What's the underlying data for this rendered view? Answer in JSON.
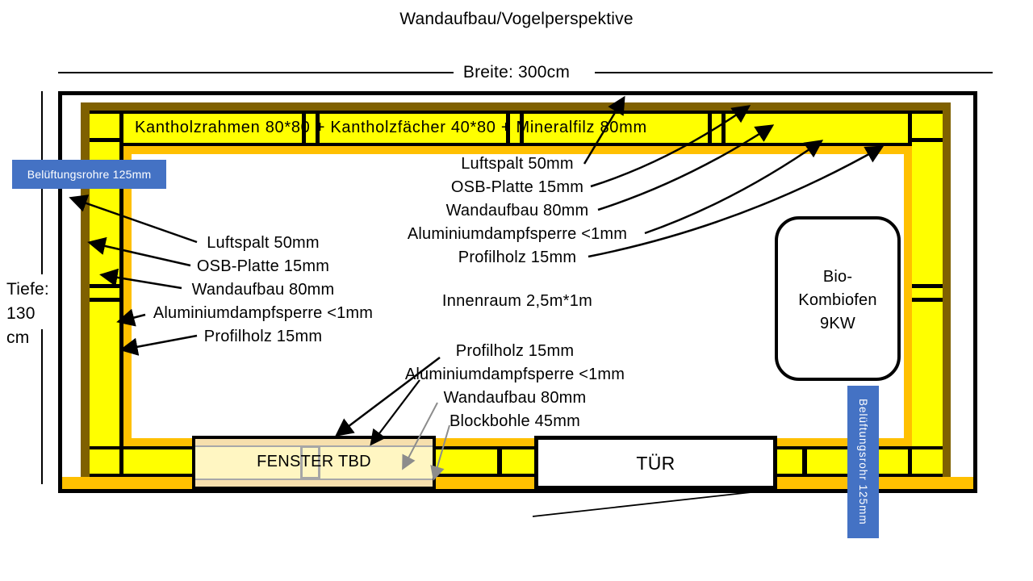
{
  "title": "Wandaufbau/Vogelperspektive",
  "dims": {
    "breite": "Breite: 300cm",
    "tiefe": [
      "Tiefe:",
      "130",
      "cm"
    ]
  },
  "band_text": "Kantholzrahmen 80*80 + Kantholzfächer 40*80 + Mineralfilz 80mm",
  "vent": {
    "left": "Belüftungsrohre 125mm",
    "right": "Belüftungsrohr 125mm"
  },
  "layers_left": [
    "Luftspalt 50mm",
    "OSB-Platte 15mm",
    "Wandaufbau 80mm",
    "Aluminiumdampfsperre <1mm",
    "Profilholz 15mm"
  ],
  "layers_top": [
    "Luftspalt 50mm",
    "OSB-Platte 15mm",
    "Wandaufbau 80mm",
    "Aluminiumdampfsperre <1mm",
    "Profilholz 15mm"
  ],
  "layers_bottom": [
    "Profilholz 15mm",
    "Aluminiumdampfsperre <1mm",
    "Wandaufbau 80mm",
    "Blockbohle 45mm"
  ],
  "interior": "Innenraum 2,5m*1m",
  "stove": [
    "Bio-",
    "Kombiofen",
    "9KW"
  ],
  "window_label": "FENSTER TBD",
  "door_label": "TÜR",
  "colors": {
    "wall_core": "#FFFF00",
    "inner_lining": "#FFC000",
    "osb_outer": "#7F6000",
    "vent_blue": "#4472C4",
    "window_fill": "#FFF6C2",
    "window_strip": "#F6DFAD",
    "gray_arrow": "#8C8C8C"
  }
}
